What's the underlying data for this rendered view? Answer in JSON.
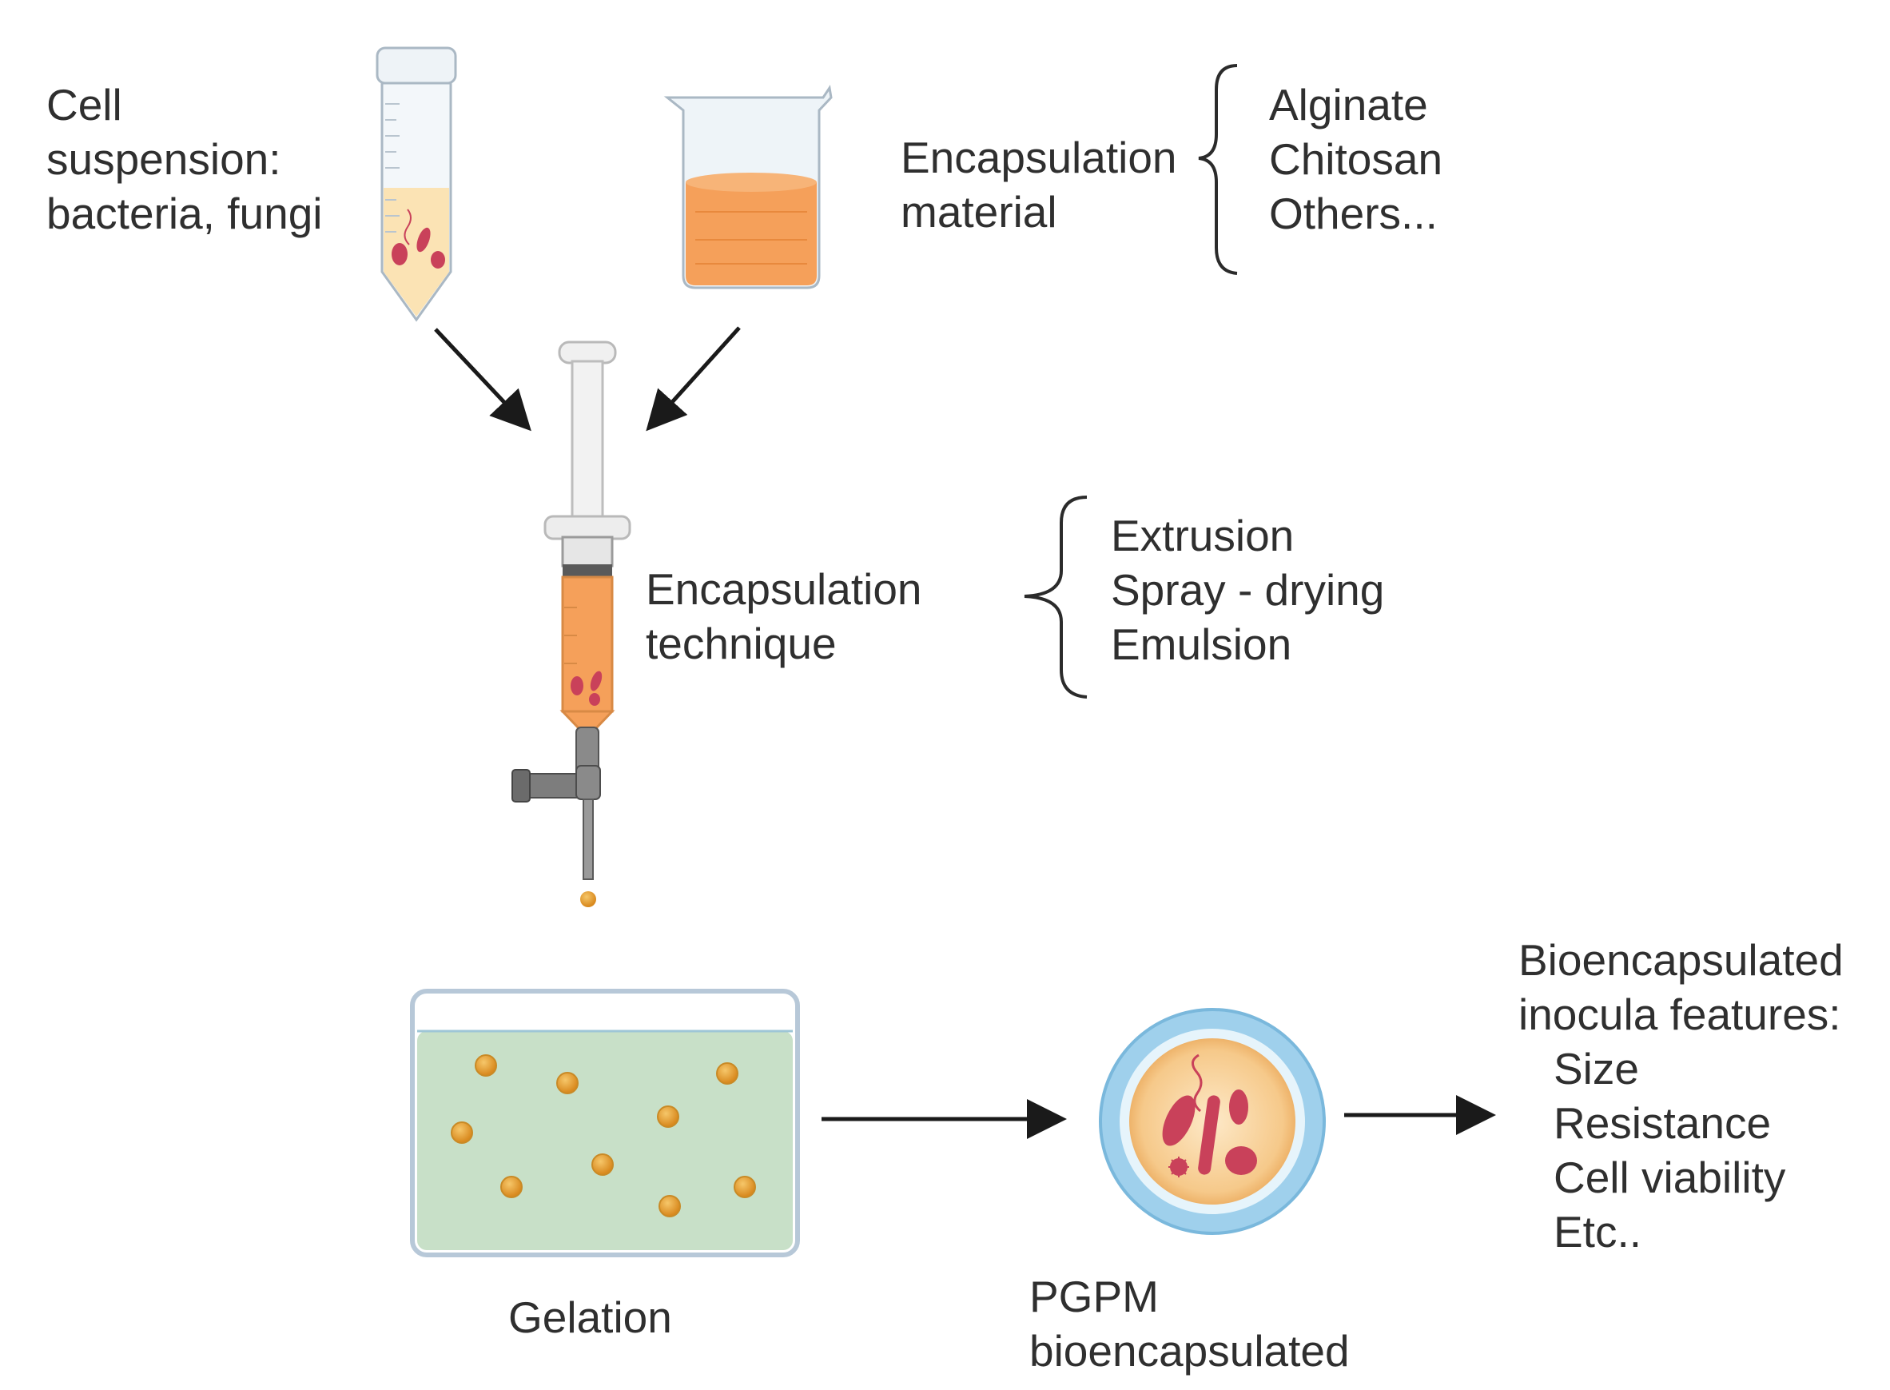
{
  "inputs": {
    "cell_suspension": [
      "Cell",
      "suspension:",
      "bacteria, fungi"
    ],
    "encapsulation_material": [
      "Encapsulation",
      "material"
    ],
    "material_options": [
      "Alginate",
      "Chitosan",
      "Others..."
    ]
  },
  "process": {
    "encapsulation_technique": [
      "Encapsulation",
      "technique"
    ],
    "technique_options": [
      "Extrusion",
      "Spray - drying",
      "Emulsion"
    ]
  },
  "outputs": {
    "gelation": "Gelation",
    "pgpm": [
      "PGPM",
      "bioencapsulated"
    ],
    "features_title": [
      "Bioencapsulated",
      "inocula features:"
    ],
    "features": [
      "Size",
      "Resistance",
      "Cell viability",
      "Etc.."
    ]
  },
  "colors": {
    "orange": "#f5a05a",
    "orange_dark": "#e07b2a",
    "tube_fill": "#fbe3b4",
    "bead": "#e6a23c",
    "gel_bath": "#c8e0c8",
    "bacteria": "#c9415a",
    "capsule_ring": "#9fd0ec"
  }
}
